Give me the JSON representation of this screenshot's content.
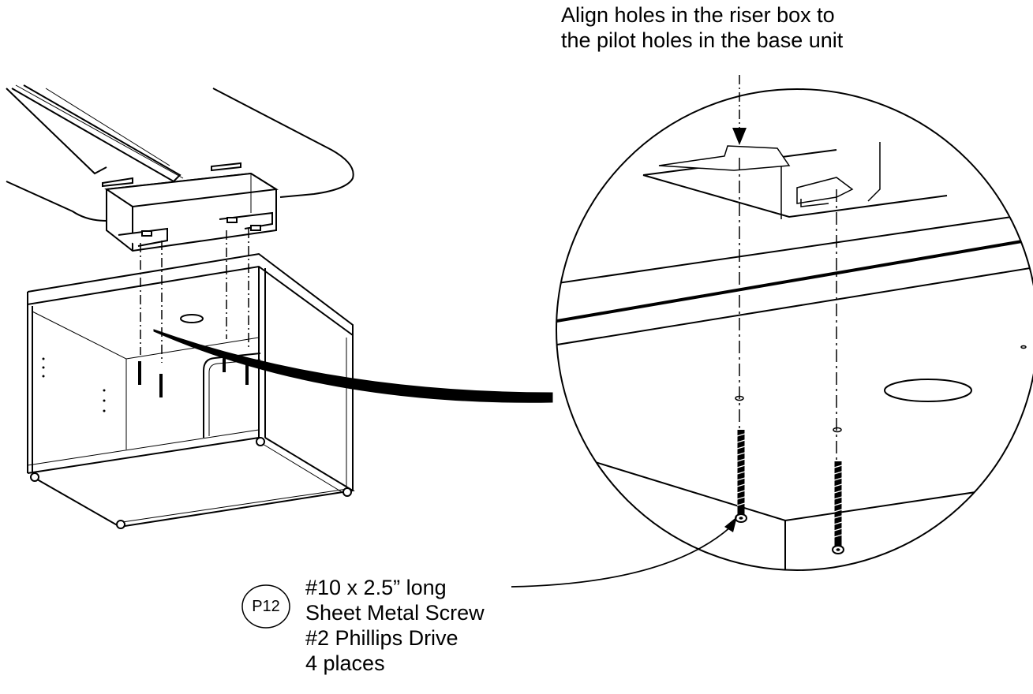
{
  "callout_top": {
    "line1": "Align holes in the riser box to",
    "line2": "the  pilot holes in the base unit"
  },
  "callout_bottom": {
    "part_id": "P12",
    "line1": "#10 x 2.5” long",
    "line2": "Sheet Metal Screw",
    "line3": "#2 Phillips Drive",
    "line4": "4 places"
  },
  "line_color": "#000000",
  "background": "#ffffff"
}
